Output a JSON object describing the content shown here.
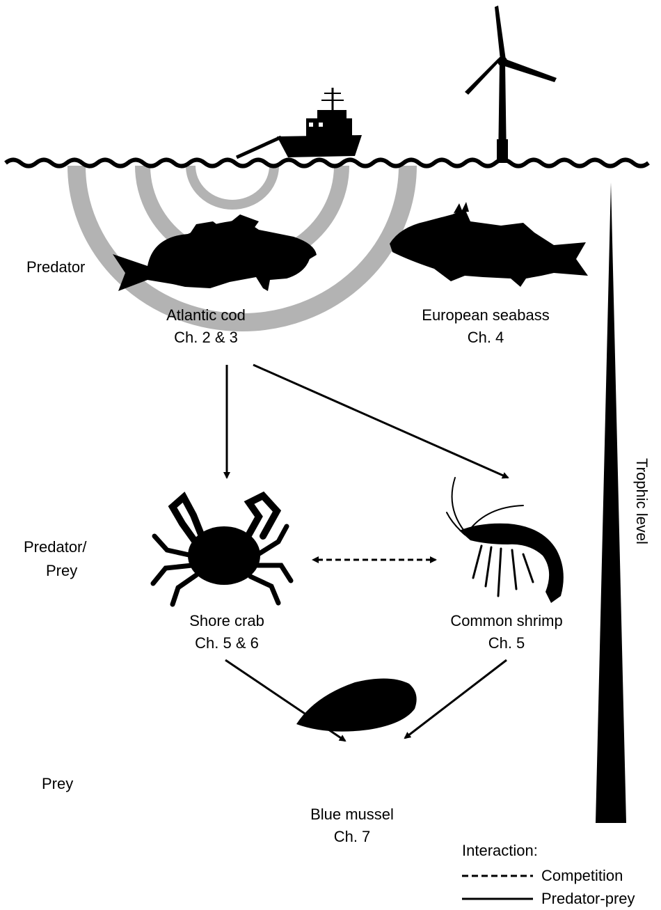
{
  "levels": {
    "predator": "Predator",
    "predator_prey": [
      "Predator/",
      "Prey"
    ],
    "prey": "Prey"
  },
  "species": {
    "cod": {
      "name": "Atlantic cod",
      "chapter": "Ch. 2 & 3"
    },
    "seabass": {
      "name": "European seabass",
      "chapter": "Ch. 4"
    },
    "crab": {
      "name": "Shore crab",
      "chapter": "Ch. 5 & 6"
    },
    "shrimp": {
      "name": "Common shrimp",
      "chapter": "Ch. 5"
    },
    "mussel": {
      "name": "Blue mussel",
      "chapter": "Ch. 7"
    }
  },
  "axis": {
    "label": "Trophic level"
  },
  "legend": {
    "title": "Interaction:",
    "competition": "Competition",
    "predator_prey": "Predator-prey"
  },
  "colors": {
    "silhouette": "#000000",
    "rings": "#b3b3b3"
  }
}
